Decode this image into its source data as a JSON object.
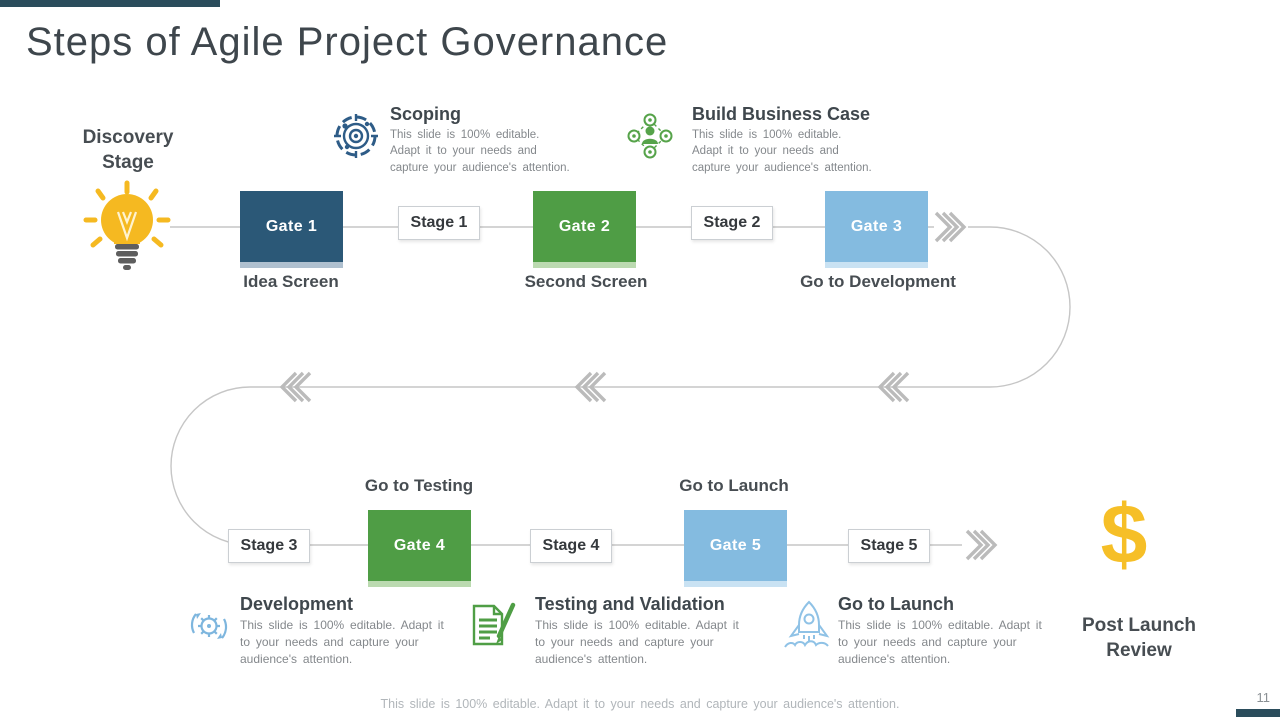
{
  "slide": {
    "title": "Steps of Agile Project Governance",
    "accent_color": "#2B4D5C",
    "footer": "This slide is 100% editable. Adapt it to your needs and capture your audience's attention.",
    "page_number": "11",
    "line_color": "#C6C6C6",
    "chevron_color": "#BBBBBB"
  },
  "flow": {
    "start": {
      "label": "Discovery Stage",
      "icon": "lightbulb-icon",
      "icon_color": "#F5B921"
    },
    "end": {
      "label": "Post Launch Review",
      "icon": "dollar-icon",
      "icon_color": "#F6BF27",
      "glyph": "$"
    },
    "gates": [
      {
        "label": "Gate 1",
        "caption": "Idea Screen",
        "color": "#2B5877",
        "shadow_color": "#AFC0CF"
      },
      {
        "label": "Gate 2",
        "caption": "Second Screen",
        "color": "#4F9D45",
        "shadow_color": "#BBDAB0"
      },
      {
        "label": "Gate 3",
        "caption": "Go to Development",
        "color": "#84BBE0",
        "shadow_color": "#C9E2F3"
      },
      {
        "label": "Gate 4",
        "caption": "Go to Testing",
        "color": "#4F9D45",
        "shadow_color": "#BBDAB0"
      },
      {
        "label": "Gate 5",
        "caption": "Go to Launch",
        "color": "#84BBE0",
        "shadow_color": "#C9E2F3"
      }
    ],
    "stages": [
      {
        "label": "Stage 1"
      },
      {
        "label": "Stage 2"
      },
      {
        "label": "Stage 3"
      },
      {
        "label": "Stage 4"
      },
      {
        "label": "Stage 5"
      }
    ]
  },
  "callouts": [
    {
      "title": "Scoping",
      "body": "This slide is 100% editable. Adapt it to your needs and capture your audience's attention.",
      "icon": "target-icon",
      "icon_color": "#2E5C87"
    },
    {
      "title": "Build Business Case",
      "body": "This slide is 100% editable. Adapt it to your needs and capture your audience's attention.",
      "icon": "team-process-icon",
      "icon_color": "#56A34A"
    },
    {
      "title": "Development",
      "body": "This slide is 100% editable. Adapt it to your needs and capture your audience's attention.",
      "icon": "gear-sync-icon",
      "icon_color": "#7EB6DE"
    },
    {
      "title": "Testing and Validation",
      "body": "This slide is 100% editable. Adapt it to your needs and capture your audience's attention.",
      "icon": "document-pencil-icon",
      "icon_color": "#4F9E45"
    },
    {
      "title": "Go to Launch",
      "body": "This slide is 100% editable. Adapt it to your needs and capture your audience's attention.",
      "icon": "rocket-icon",
      "icon_color": "#8FC2E6"
    }
  ]
}
